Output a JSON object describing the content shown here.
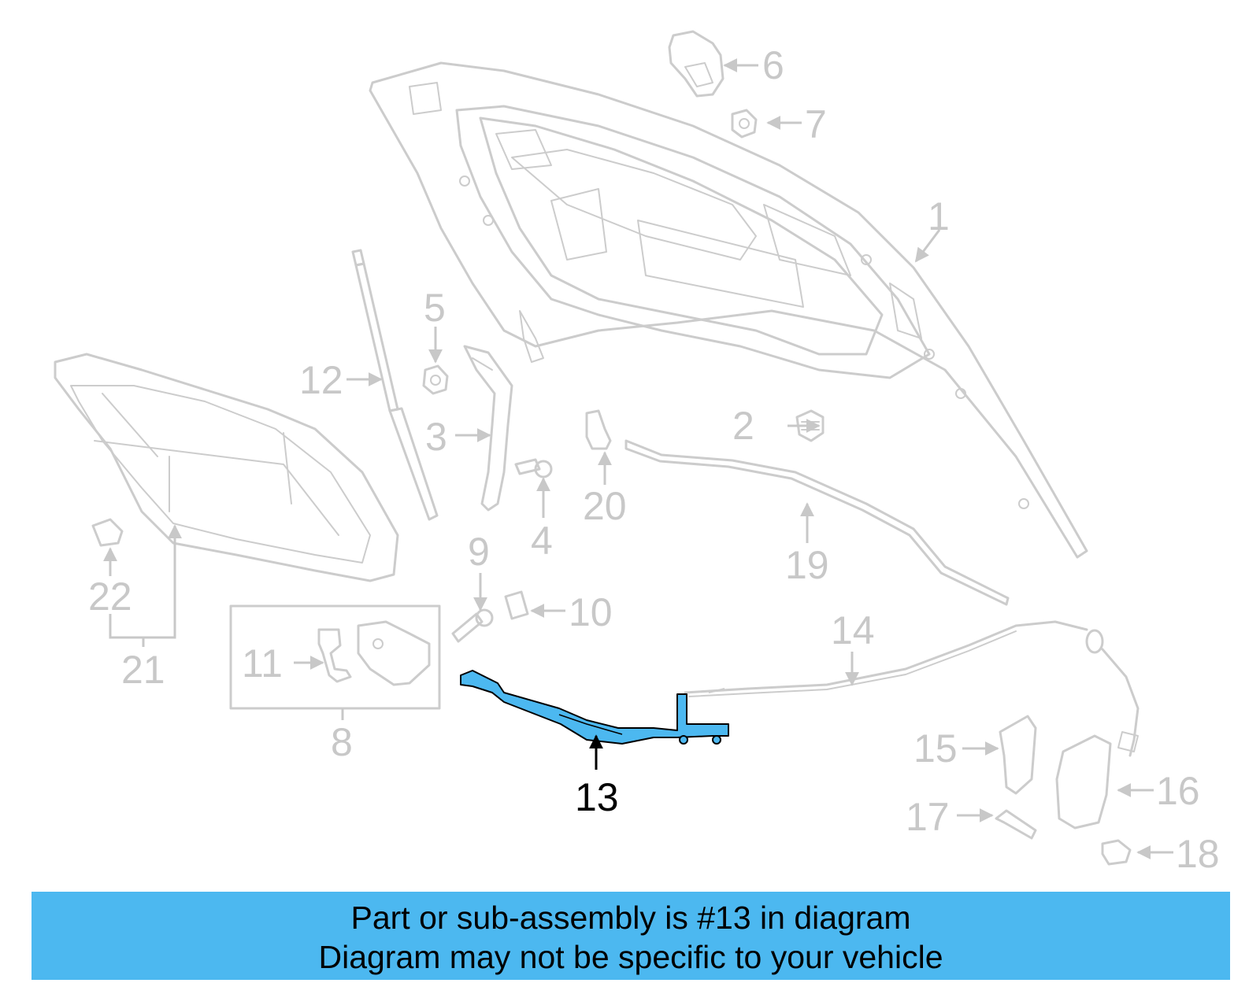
{
  "diagram": {
    "highlight_color": "#4cb8f0",
    "line_color": "#cccccc",
    "callouts": {
      "c1": "1",
      "c2": "2",
      "c3": "3",
      "c4": "4",
      "c5": "5",
      "c6": "6",
      "c7": "7",
      "c8": "8",
      "c9": "9",
      "c10": "10",
      "c11": "11",
      "c12": "12",
      "c13": "13",
      "c14": "14",
      "c15": "15",
      "c16": "16",
      "c17": "17",
      "c18": "18",
      "c19": "19",
      "c20": "20",
      "c21": "21",
      "c22": "22"
    },
    "highlighted_part": "13"
  },
  "banner": {
    "line1": "Part or sub-assembly is #13 in diagram",
    "line2": "Diagram may not be specific to your vehicle",
    "background": "#4cb8f0"
  }
}
